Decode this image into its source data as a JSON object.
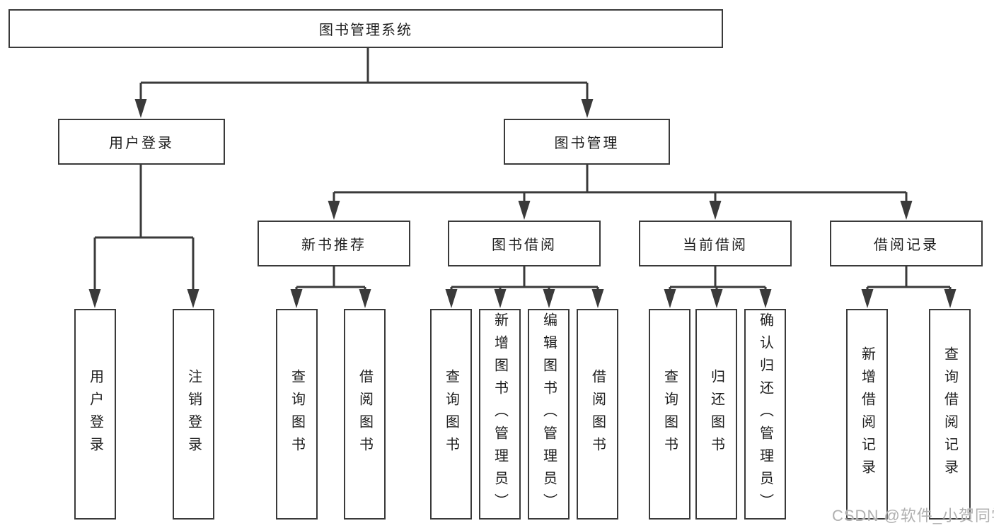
{
  "diagram": {
    "root": {
      "label": "图书管理系统"
    },
    "children": [
      {
        "label": "用户登录",
        "children": [
          {
            "label": "用户登录"
          },
          {
            "label": "注销登录"
          }
        ]
      },
      {
        "label": "图书管理",
        "children": [
          {
            "label": "新书推荐",
            "children": [
              {
                "label": "查询图书"
              },
              {
                "label": "借阅图书"
              }
            ]
          },
          {
            "label": "图书借阅",
            "children": [
              {
                "label": "查询图书"
              },
              {
                "label": "新增图书（管理员）"
              },
              {
                "label": "编辑图书（管理员）"
              },
              {
                "label": "借阅图书"
              }
            ]
          },
          {
            "label": "当前借阅",
            "children": [
              {
                "label": "查询图书"
              },
              {
                "label": "归还图书"
              },
              {
                "label": "确认归还（管理员）"
              }
            ]
          },
          {
            "label": "借阅记录",
            "children": [
              {
                "label": "新增借阅记录"
              },
              {
                "label": "查询借阅记录"
              }
            ]
          }
        ]
      }
    ]
  },
  "watermark": {
    "text": "CSDN @软件_小贺同学"
  },
  "colors": {
    "line": "#3a3a3a",
    "text": "#1e1e1e",
    "background": "#ffffff",
    "watermark": "#b0b0b0"
  }
}
